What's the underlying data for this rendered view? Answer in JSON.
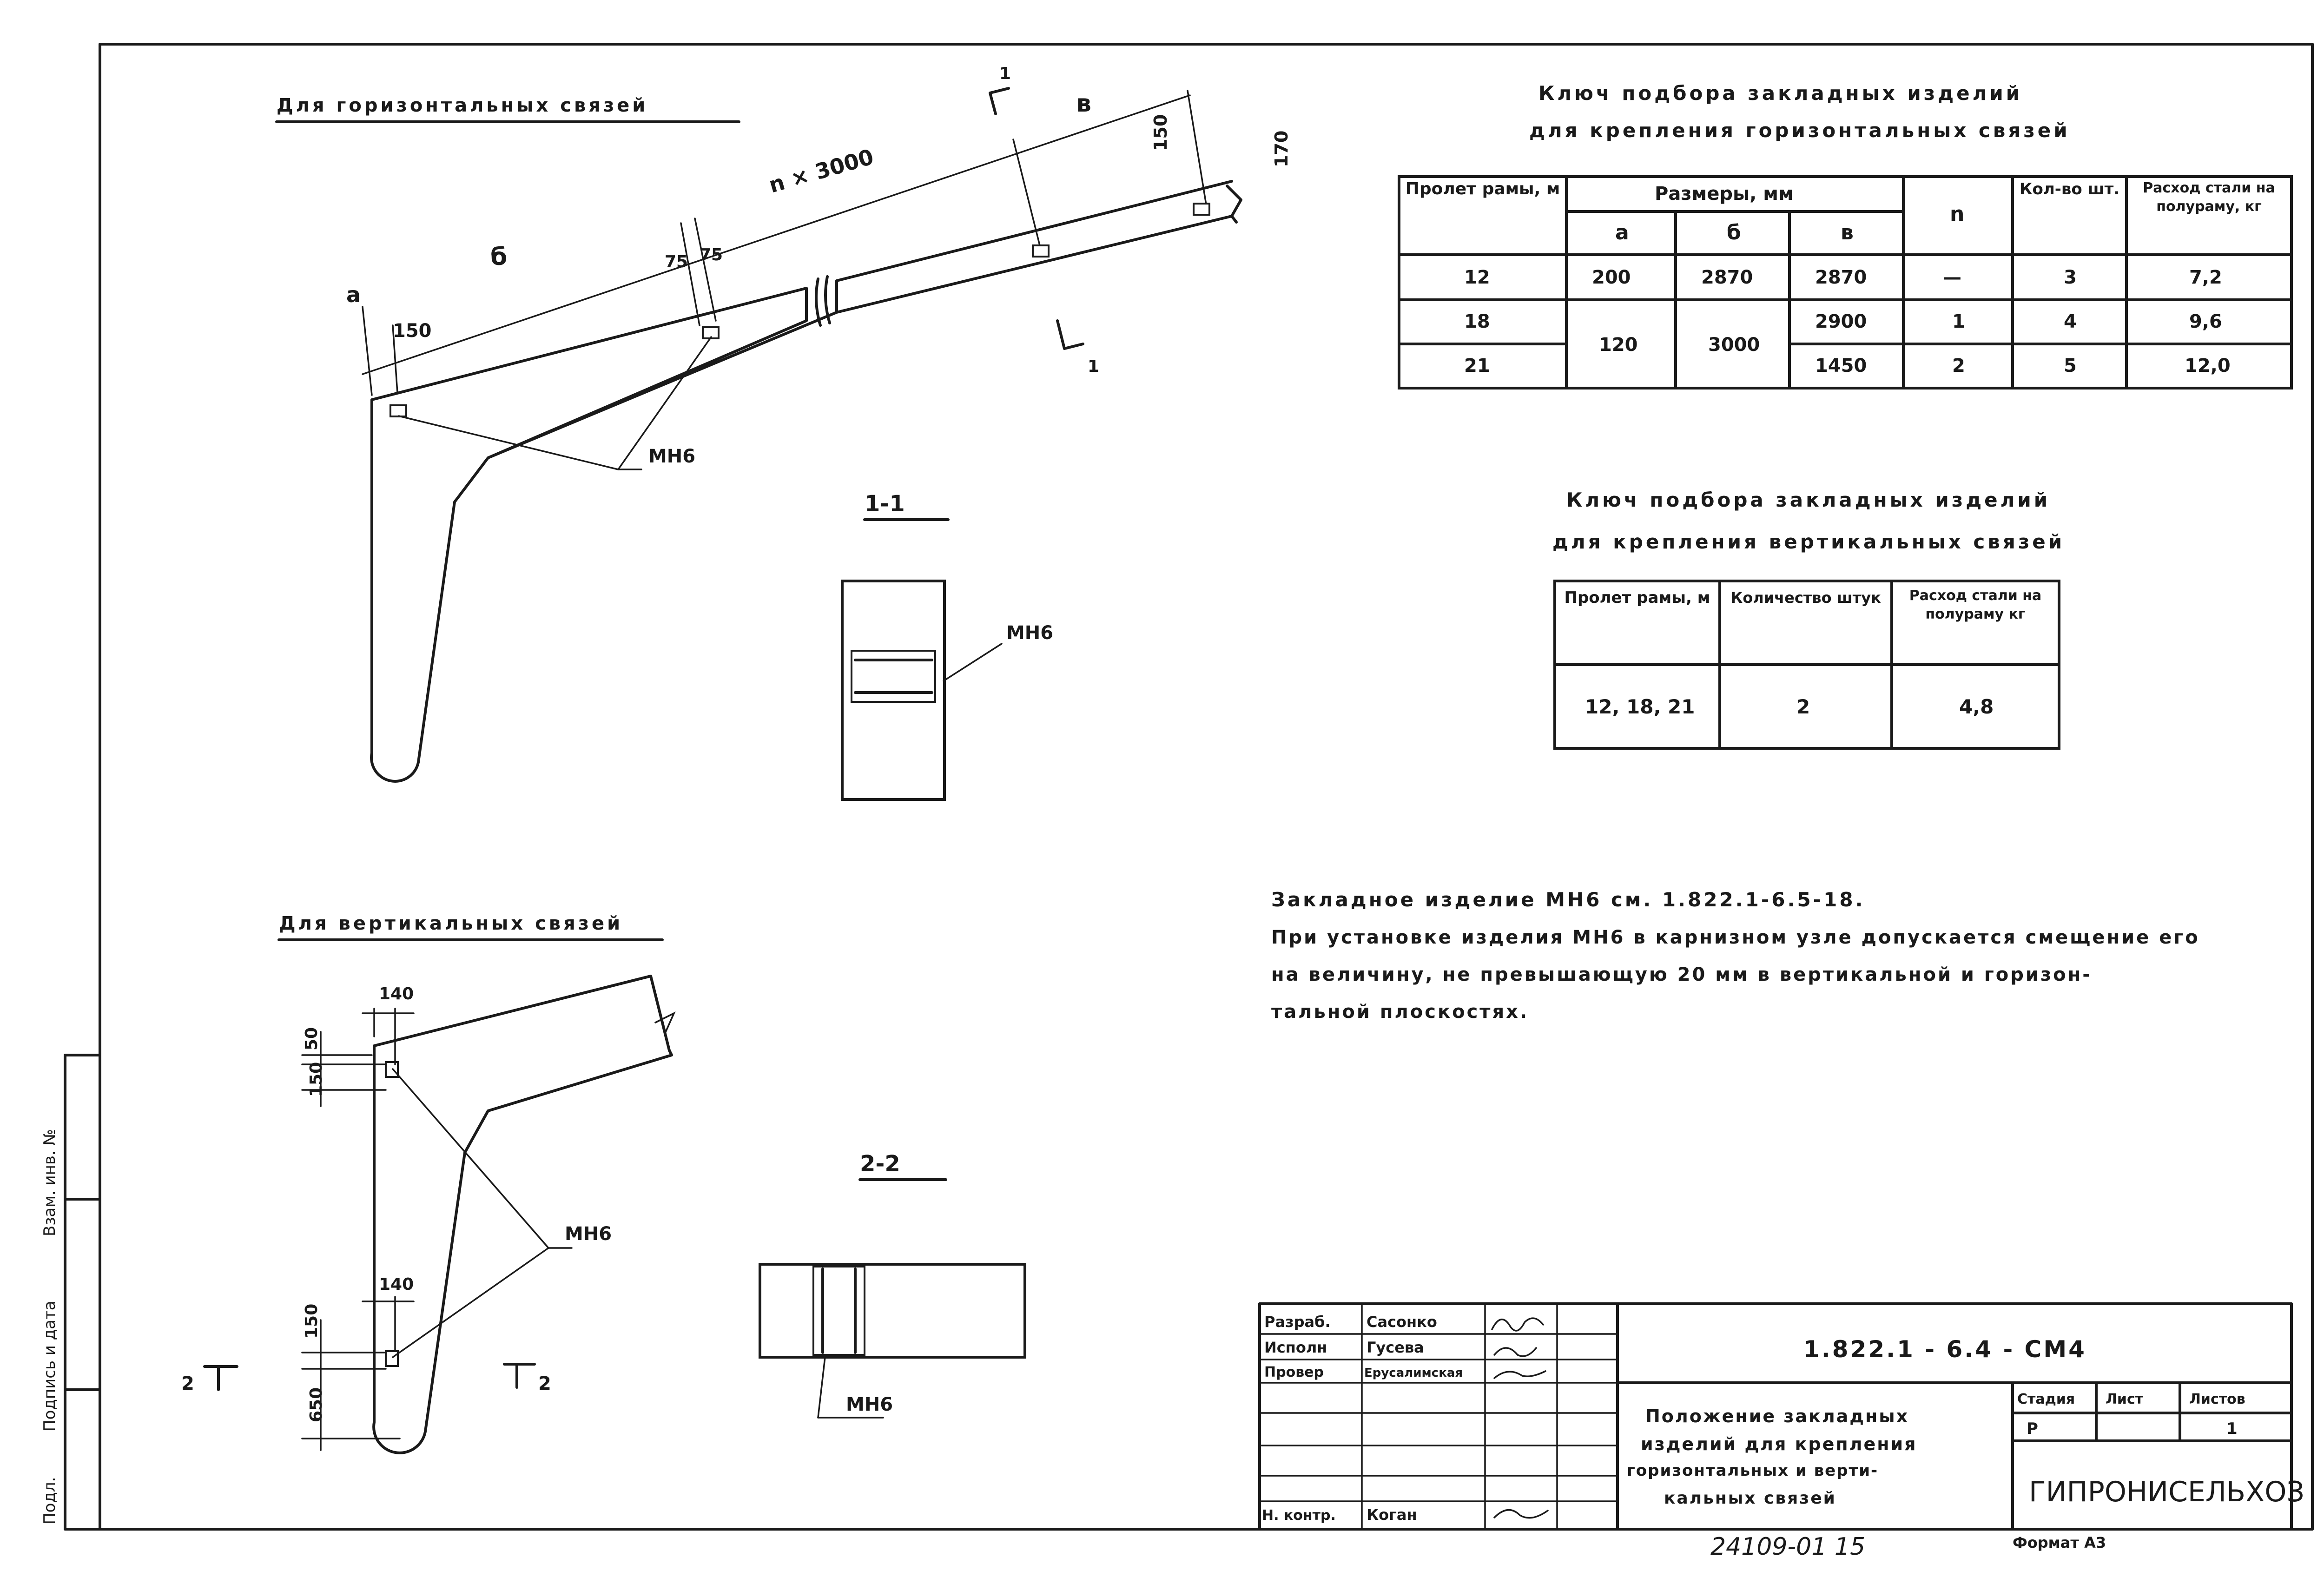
{
  "sheet": {
    "horizontal_title": "Для горизонтальных связей",
    "vertical_title": "Для вертикальных связей",
    "section_1": "1-1",
    "section_2": "2-2",
    "cut_mark_1": "1",
    "cut_mark_2": "2",
    "dims_top": {
      "a": "а",
      "b": "б",
      "v": "в",
      "n3000": "n × 3000",
      "d150_left": "150",
      "d75_a": "75",
      "d75_b": "75",
      "d150_right": "150",
      "d170": "170"
    },
    "dims_vert": {
      "d140_top": "140",
      "d50": "50",
      "d150_a": "150",
      "d140_bot": "140",
      "d150_b": "150",
      "d650": "650"
    },
    "labels": {
      "mn6_a": "МН6",
      "mn6_b": "МН6",
      "mn6_c": "МН6",
      "mn6_d": "МН6"
    }
  },
  "table1": {
    "title_line1": "Ключ подбора закладных изделий",
    "title_line2": "для крепления горизонтальных связей",
    "h_span": "Пролет рамы, м",
    "h_sizes": "Размеры, мм",
    "h_a": "а",
    "h_b": "б",
    "h_v": "в",
    "h_n": "n",
    "h_qty": "Кол-во шт.",
    "h_steel": "Расход стали на полураму, кг",
    "rows": [
      {
        "span": "12",
        "a": "200",
        "b": "2870",
        "v": "2870",
        "n": "—",
        "qty": "3",
        "steel": "7,2"
      },
      {
        "span": "18",
        "a": "120",
        "b": "3000",
        "v": "2900",
        "n": "1",
        "qty": "4",
        "steel": "9,6"
      },
      {
        "span": "21",
        "v": "1450",
        "n": "2",
        "qty": "5",
        "steel": "12,0"
      }
    ]
  },
  "table2": {
    "title_line1": "Ключ подбора закладных изделий",
    "title_line2": "для крепления вертикальных связей",
    "h_span": "Пролет рамы, м",
    "h_qty": "Количество штук",
    "h_steel": "Расход стали на полураму кг",
    "row": {
      "span": "12, 18, 21",
      "qty": "2",
      "steel": "4,8"
    }
  },
  "notes": {
    "line1": "Закладное изделие МН6 см. 1.822.1-6.5-18.",
    "line2": "При установке изделия МН6 в карнизном узле допускается смещение его",
    "line3": "на величину, не превышающую 20 мм в вертикальной и горизон-",
    "line4": "тальной плоскостях."
  },
  "stamp": {
    "code": "1.822.1 - 6.4 - СМ4",
    "role_dev": "Разраб.",
    "name_dev": "Сасонко",
    "role_exec": "Исполн",
    "name_exec": "Гусева",
    "role_check": "Провер",
    "name_check": "Ерусалимская",
    "role_norm": "Н. контр.",
    "name_norm": "Коган",
    "title_l1": "Положение закладных",
    "title_l2": "изделий для крепления",
    "title_l3": "горизонтальных и верти-",
    "title_l4": "кальных связей",
    "h_stage": "Стадия",
    "h_sheet": "Лист",
    "h_sheets": "Листов",
    "stage": "Р",
    "sheets": "1",
    "org": "ГИПРОНИСЕЛЬХОЗ",
    "format": "Формат А3",
    "inv": "24109-01 15"
  },
  "margin": {
    "cell1": "Подл.",
    "cell2": "Подпись и дата",
    "cell3": "Взам. инв. №"
  }
}
